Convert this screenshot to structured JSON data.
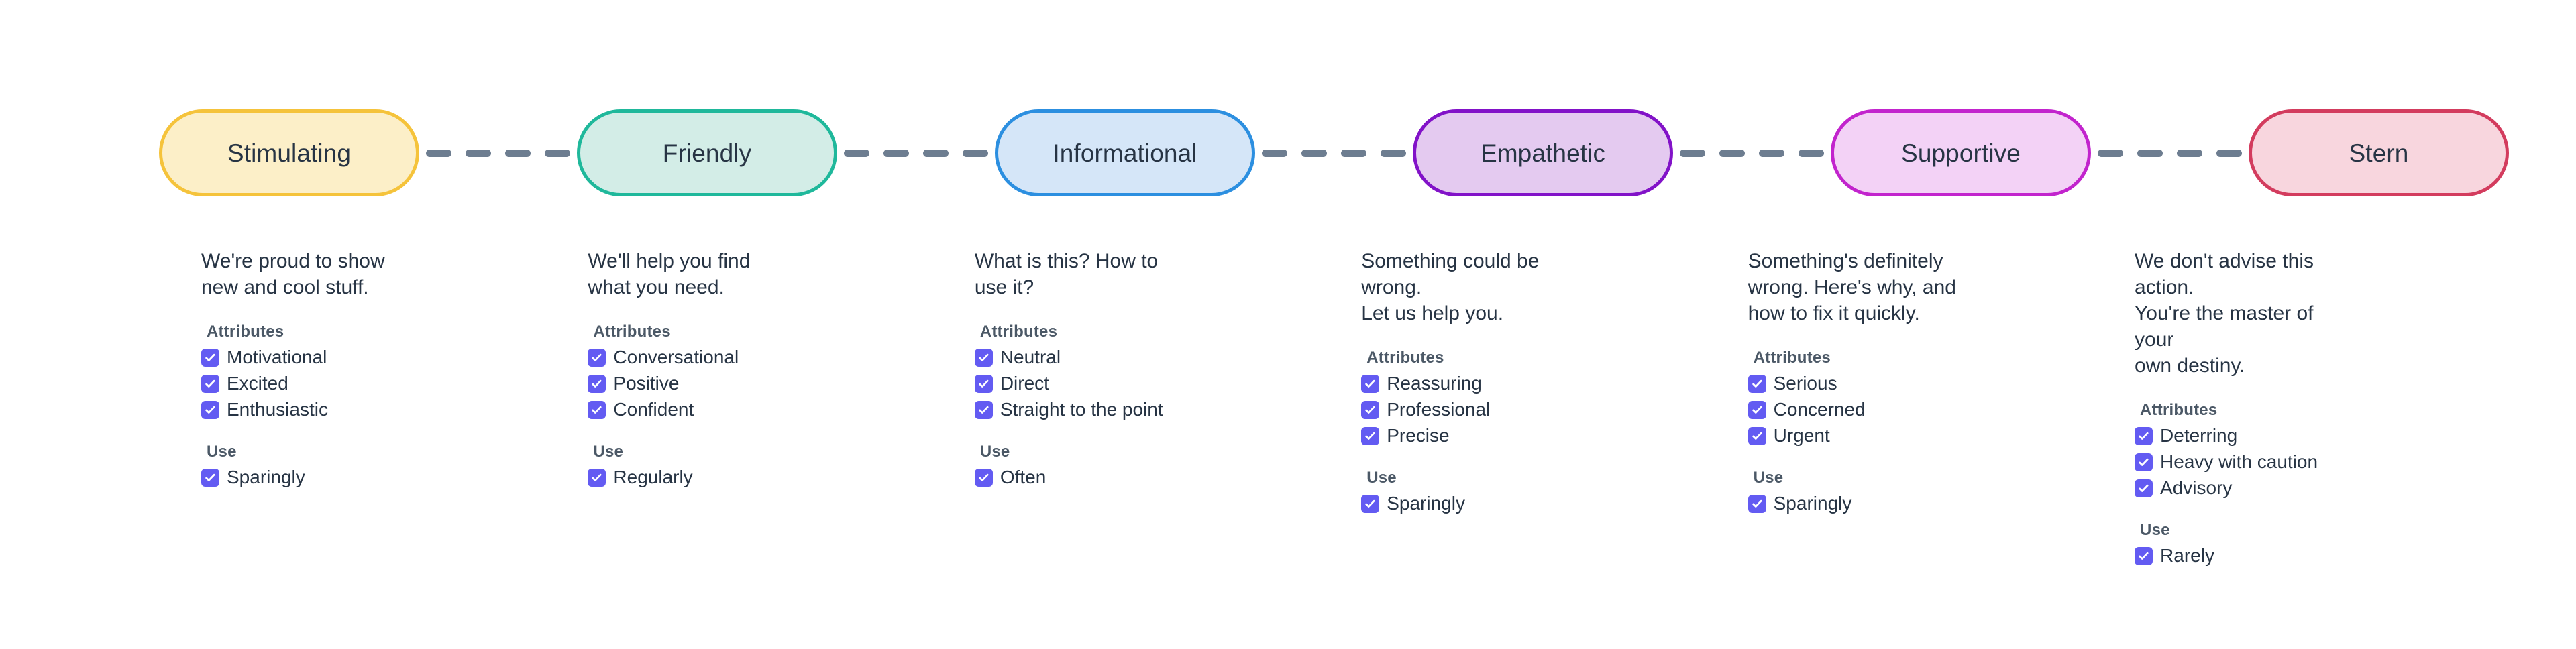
{
  "labels": {
    "attributes_heading": "Attributes",
    "use_heading": "Use",
    "check_icon": "check-icon",
    "connector_icon": "dashed-line-connector"
  },
  "colors": {
    "text": "#273444",
    "heading": "#4B5866",
    "checkbox": "#635BF2",
    "connector": "#6D7D90",
    "page_background": "#FFFFFF"
  },
  "tones": [
    {
      "name": "Stimulating",
      "fill": "#FCEFC8",
      "border": "#F5C33B",
      "description": "We're proud to show\nnew and cool stuff.",
      "attributes": [
        "Motivational",
        "Excited",
        "Enthusiastic"
      ],
      "use": [
        "Sparingly"
      ]
    },
    {
      "name": "Friendly",
      "fill": "#D3EDE7",
      "border": "#1FB89B",
      "description": "We'll help you find\nwhat you need.",
      "attributes": [
        "Conversational",
        "Positive",
        "Confident"
      ],
      "use": [
        "Regularly"
      ]
    },
    {
      "name": "Informational",
      "fill": "#D5E6F8",
      "border": "#2C8FE0",
      "description": "What is this? How to\nuse it?",
      "attributes": [
        "Neutral",
        "Direct",
        "Straight to the point"
      ],
      "use": [
        "Often"
      ]
    },
    {
      "name": "Empathetic",
      "fill": "#E4CAF0",
      "border": "#8212C8",
      "description": "Something could be wrong.\nLet us help you.",
      "attributes": [
        "Reassuring",
        "Professional",
        "Precise"
      ],
      "use": [
        "Sparingly"
      ]
    },
    {
      "name": "Supportive",
      "fill": "#F3D2F6",
      "border": "#C224CD",
      "description": "Something's definitely\nwrong. Here's why, and\nhow to fix it quickly.",
      "attributes": [
        "Serious",
        "Concerned",
        "Urgent"
      ],
      "use": [
        "Sparingly"
      ]
    },
    {
      "name": "Stern",
      "fill": "#F8D6DE",
      "border": "#D33C5E",
      "description": "We don't advise this action.\nYou're the master of your\nown destiny.",
      "attributes": [
        "Deterring",
        "Heavy with caution",
        "Advisory"
      ],
      "use": [
        "Rarely"
      ]
    }
  ],
  "connectors": {
    "count": 5,
    "dashes_per_connector": 4
  }
}
